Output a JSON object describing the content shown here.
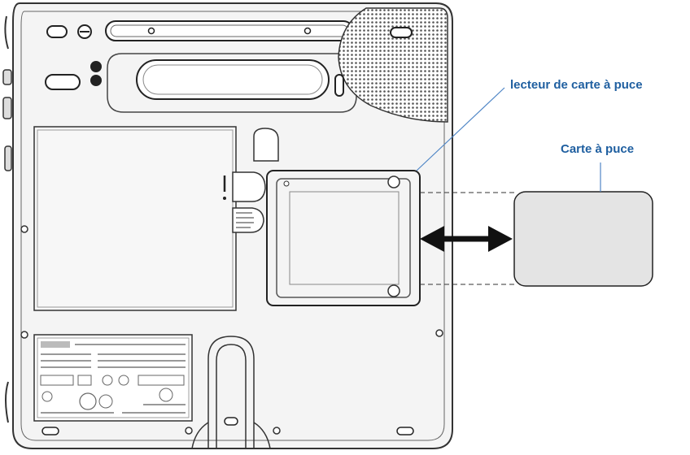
{
  "labels": {
    "reader": "lecteur de carte à puce",
    "card": "Carte à puce"
  },
  "colors": {
    "callout_text": "#1f5fa0",
    "callout_line": "#4f86c6",
    "card_fill": "#e4e4e4",
    "device_body": "#f4f4f4",
    "outline": "#333333"
  },
  "icons": {
    "insertion_arrow": "double-headed-arrow"
  }
}
